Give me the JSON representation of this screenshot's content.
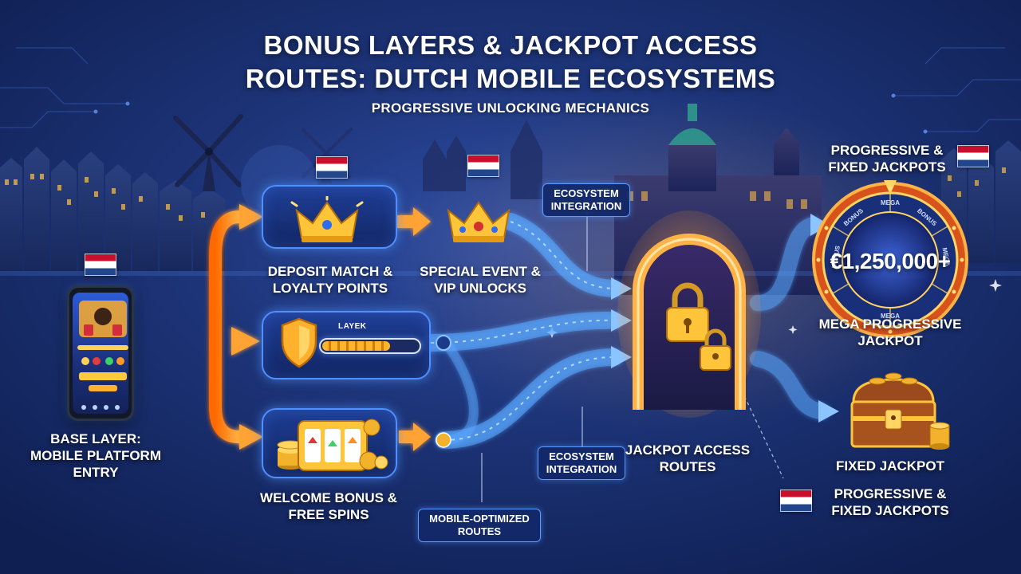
{
  "header": {
    "title": "BONUS LAYERS & JACKPOT ACCESS ROUTES: DUTCH MOBILE ECOSYSTEMS",
    "subtitle": "PROGRESSIVE UNLOCKING MECHANICS"
  },
  "nodes": {
    "base_layer": "BASE LAYER: MOBILE PLATFORM ENTRY",
    "deposit_match": "DEPOSIT MATCH & LOYALTY POINTS",
    "special_event": "SPECIAL EVENT & VIP UNLOCKS",
    "layer_bar_label": "LAYEK",
    "layer_progress": 0.72,
    "welcome_bonus": "WELCOME BONUS & FREE SPINS",
    "jackpot_routes": "JACKPOT ACCESS ROUTES",
    "mega_amount": "€1,250,000+",
    "mega_label": "MEGA PROGRESSIVE JACKPOT",
    "fixed_label": "FIXED JACKPOT",
    "progressive_fixed_top": "PROGRESSIVE & FIXED JACKPOTS",
    "progressive_fixed_bottom": "PROGRESSIVE & FIXED JACKPOTS"
  },
  "tags": {
    "ecosystem_top": "ECOSYSTEM INTEGRATION",
    "ecosystem_bottom": "ECOSYSTEM INTEGRATION",
    "mobile_routes": "MOBILE-OPTIMIZED ROUTES"
  },
  "wheel_segments": [
    "BONUS",
    "MEGA",
    "BONUS",
    "MEGA",
    "BONUS",
    "MEGA"
  ],
  "colors": {
    "flow_orange": "#ff8a1f",
    "flow_blue": "#5aa8ff",
    "gold": "#ffc53a",
    "flag_red": "#c8102e",
    "flag_white": "#ffffff",
    "flag_blue": "#21468b"
  },
  "icons": {
    "windmill": "windmill-icon",
    "crown": "crown-icon",
    "shield": "shield-icon",
    "slot_machine": "slot-machine-icon",
    "coins": "coin-stack-icon",
    "padlock": "padlock-icon",
    "treasure_chest": "treasure-chest-icon",
    "phone": "smartphone-icon"
  }
}
